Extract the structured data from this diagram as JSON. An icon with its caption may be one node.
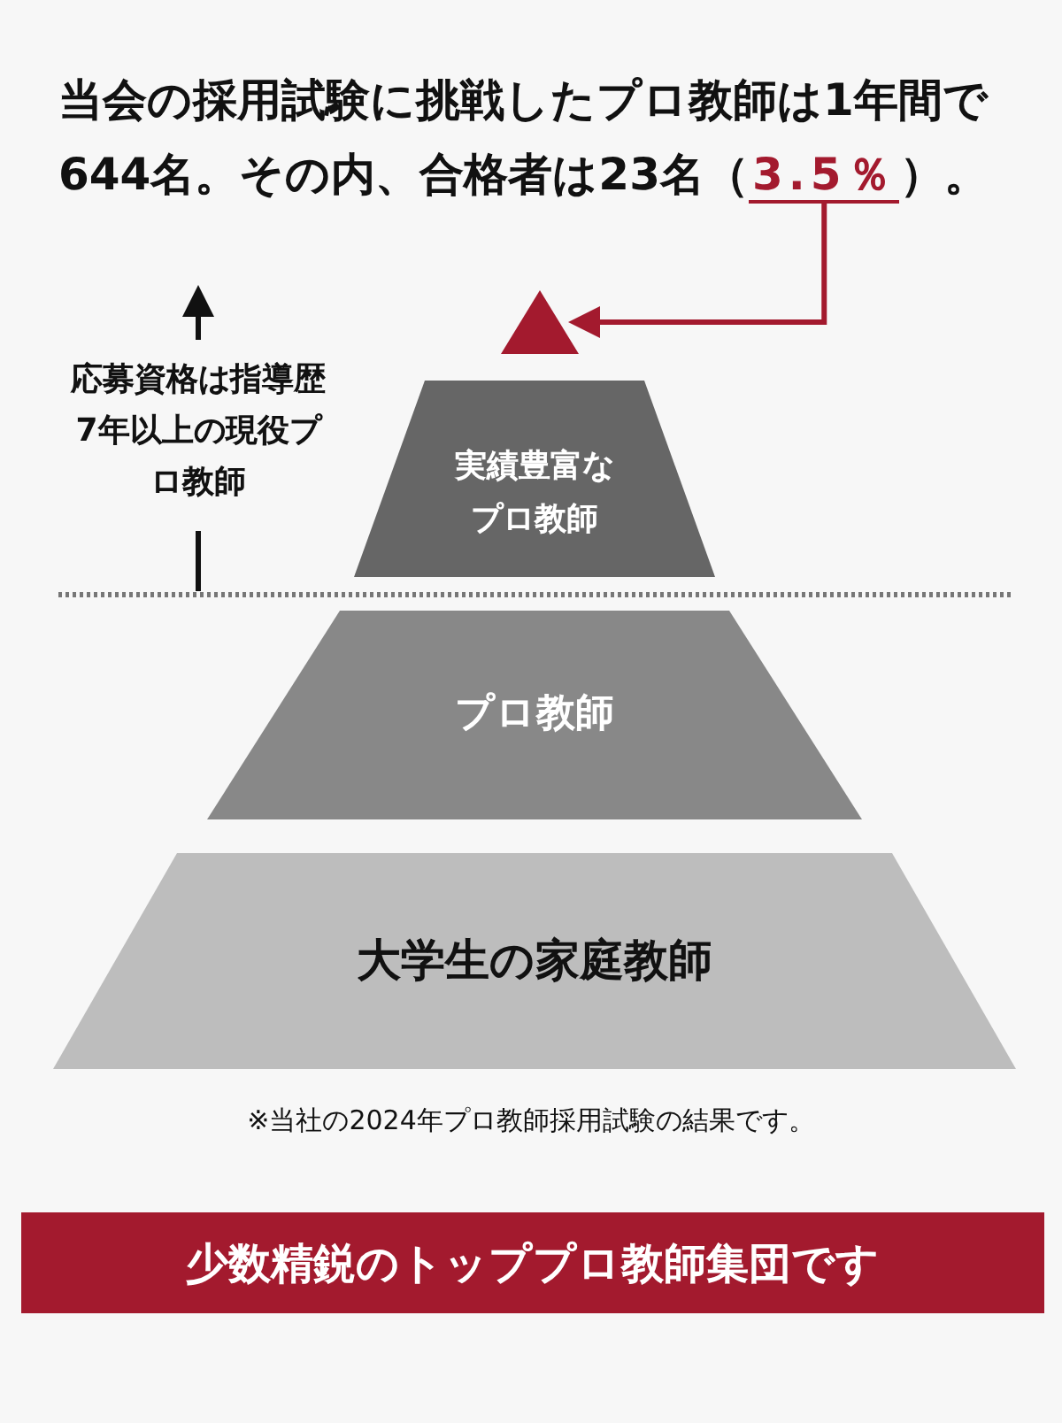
{
  "diagram": {
    "nodes": [
      {
        "text": [
          "当会の採用試験に挑戦したプロ教師は1年間で644名。その内、合格者は23名（**3.5％**）。"
        ]
      },
      {
        "text": [],
        "shape": "triangle"
      },
      {
        "text": [
          "実績豊富なプロ教師"
        ]
      },
      {
        "text": [
          "プロ教師"
        ]
      },
      {
        "text": [
          "大学生の家庭教師"
        ]
      },
      {
        "text": [
          "少数精鋭のトッププロ教師集団です"
        ]
      }
    ],
    "edges": [
      {
        "from": 0,
        "to": 1,
        "arrow": "to",
        "color": "#a31a2e"
      }
    ],
    "labels": [
      "応募資格は指導歴7年以上の現役プロ教師",
      "※当社の2024年プロ教師採用試験の結果です。"
    ]
  }
}
